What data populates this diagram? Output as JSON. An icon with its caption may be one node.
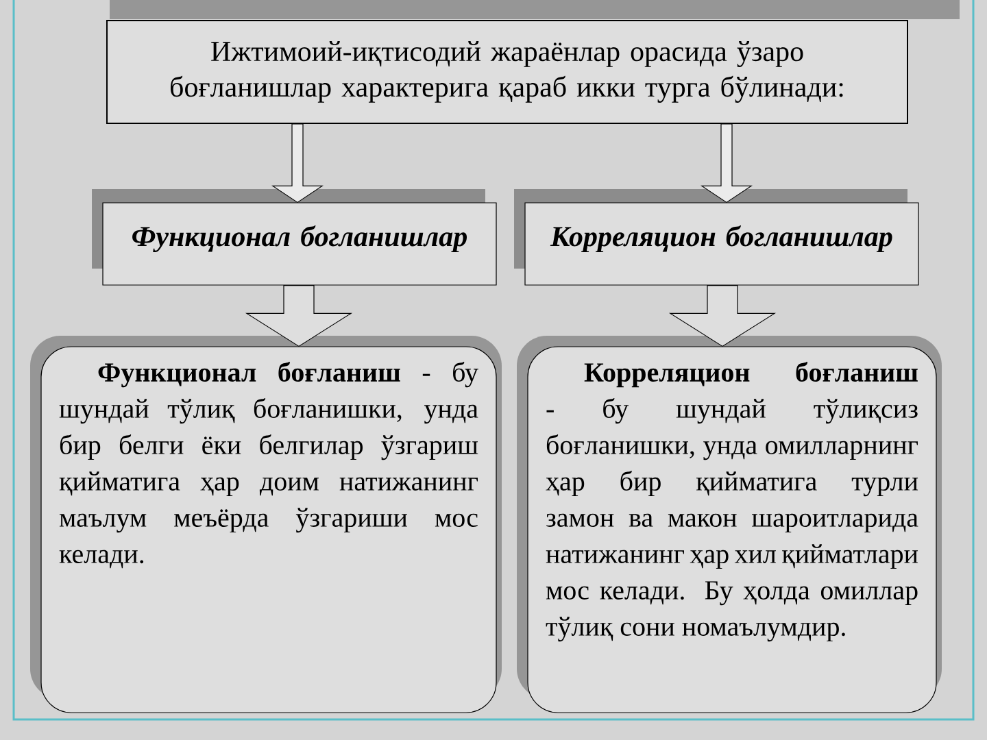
{
  "diagram": {
    "nodes": [
      {
        "text": [
          "Ижтимоий-иқтисодий жараёнлар орасида ўзаро боғланишлар характерига қараб икки турга бўлинади:"
        ]
      },
      {
        "text": [
          "Функционал богланишлар"
        ]
      },
      {
        "text": [
          "Корреляцион богланишлар"
        ]
      },
      {
        "text": [
          "**Функционал боғланиш** - бу шундай тўлиқ боғланишки, унда бир белги ёки белгилар ўзгариш қийматига ҳар доим натижанинг маълум меъёрда ўзгариши мос келади."
        ]
      },
      {
        "text": [
          "**Корреляцион боғланиш** - бу шундай тўлиқсиз боғланишки, унда омилларнинг ҳар бир қийматига турли замон ва макон шароитларида натижанинг ҳар хил қийматлари мос келади. Бу ҳолда омиллар тўлиқ сони номаълумдир."
        ]
      }
    ],
    "edges": [
      {
        "from": 0,
        "to": 1,
        "arrow": "to"
      },
      {
        "from": 0,
        "to": 2,
        "arrow": "to"
      },
      {
        "from": 1,
        "to": 3,
        "arrow": "to"
      },
      {
        "from": 2,
        "to": 4,
        "arrow": "to"
      }
    ]
  }
}
